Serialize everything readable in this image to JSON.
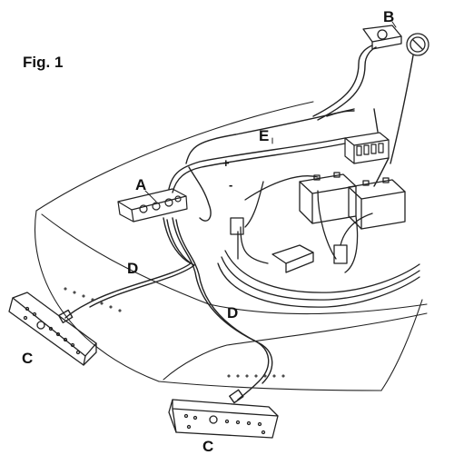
{
  "figure": {
    "title": "Fig. 1",
    "labels": {
      "A": "A",
      "B": "B",
      "C_left": "C",
      "C_bottom": "C",
      "D_left": "D",
      "D_right": "D",
      "E": "E"
    },
    "polarity": {
      "plus": "+",
      "minus": "-"
    }
  }
}
